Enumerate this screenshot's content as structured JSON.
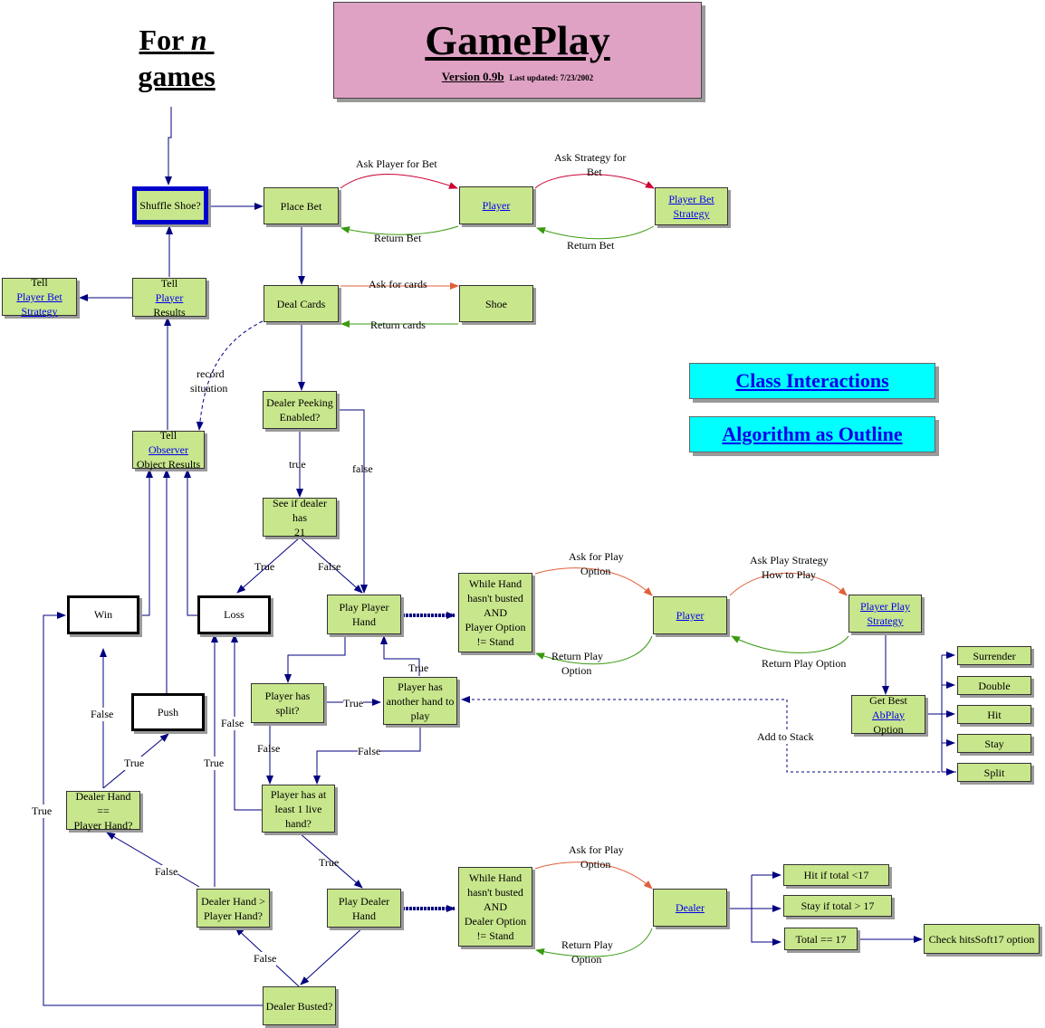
{
  "title": "GamePlay",
  "version": "Version 0.9b",
  "last_updated": "Last updated:  7/23/2002",
  "for_n": {
    "line1": "For",
    "n": "n",
    "line2": "games"
  },
  "links": {
    "class_interactions": "Class Interactions",
    "algorithm": "Algorithm as Outline"
  },
  "nodes": {
    "shuffle": "Shuffle Shoe?",
    "place_bet": "Place Bet",
    "player_top": "Player",
    "player_bet_strategy_a": "Player Bet ",
    "player_bet_strategy_b": "Strategy",
    "deal_cards": "Deal Cards",
    "shoe": "Shoe",
    "tell_player_a": "Tell ",
    "tell_player_b": "Player",
    "tell_player_c": "Results",
    "tell_pbs_a": "Tell ",
    "tell_pbs_b": "Player Bet",
    "tell_pbs_c": "Strategy",
    "tell_observer_a": "Tell ",
    "tell_observer_b": "Observer ",
    "tell_observer_c": "Object Results",
    "dealer_peeking_a": "Dealer Peeking",
    "dealer_peeking_b": "Enabled?",
    "see_dealer_a": "See if dealer has",
    "see_dealer_b": "21",
    "win": "Win",
    "loss": "Loss",
    "push": "Push",
    "play_player_a": "Play Player",
    "play_player_b": "Hand",
    "while_player_a": "While Hand",
    "while_player_b": "hasn't busted",
    "while_player_c": "AND",
    "while_player_d": "Player Option",
    "while_player_e": "!= Stand",
    "player_mid": "Player",
    "player_play_strategy_a": "Player Play ",
    "player_play_strategy_b": "Strategy",
    "get_best_a": "Get Best",
    "get_best_b": "AbPlay",
    "get_best_c": " Option",
    "surrender": "Surrender",
    "double": "Double",
    "hit": "Hit",
    "stay": "Stay",
    "split": "Split",
    "player_split_a": "Player has",
    "player_split_b": "split?",
    "another_hand_a": "Player has",
    "another_hand_b": "another hand to",
    "another_hand_c": "play",
    "live_hand_a": "Player has at",
    "live_hand_b": "least 1 live",
    "live_hand_c": "hand?",
    "dealer_eq_a": "Dealer Hand ==",
    "dealer_eq_b": "Player Hand?",
    "dealer_gt_a": "Dealer Hand >",
    "dealer_gt_b": "Player Hand?",
    "play_dealer_a": "Play Dealer",
    "play_dealer_b": "Hand",
    "while_dealer_a": "While Hand",
    "while_dealer_b": "hasn't busted",
    "while_dealer_c": "AND",
    "while_dealer_d": "Dealer Option",
    "while_dealer_e": "!= Stand",
    "dealer": "Dealer",
    "hit_17": "Hit if total <17",
    "stay_17": "Stay if total > 17",
    "total_17": "Total == 17",
    "check_soft17": "Check hitsSoft17 option",
    "dealer_busted": "Dealer Busted?"
  },
  "labels": {
    "ask_player_bet": "Ask Player for Bet",
    "ask_strategy_bet_a": "Ask Strategy for",
    "ask_strategy_bet_b": "Bet",
    "return_bet_1": "Return Bet",
    "return_bet_2": "Return Bet",
    "ask_cards": "Ask for cards",
    "return_cards": "Return cards",
    "record_a": "record",
    "record_b": "situation",
    "true_peek": "true",
    "false_peek": "false",
    "true_21": "True",
    "false_21": "False",
    "ask_play_a": "Ask for Play",
    "ask_play_b": "Option",
    "return_play_a": "Return Play",
    "return_play_b": "Option",
    "ask_strategy_play_a": "Ask Play Strategy",
    "ask_strategy_play_b": "How to Play",
    "return_play_option": "Return Play Option",
    "add_stack": "Add to Stack",
    "true_split": "True",
    "false_split": "False",
    "true_another": "True",
    "false_another": "False",
    "true_live": "True",
    "false_win": "False",
    "true_push": "True",
    "false_loss": "False",
    "true_loss": "True",
    "false_eq": "False",
    "false_busted": "False",
    "true_busted": "True",
    "ask_dealer_play_a": "Ask for Play",
    "ask_dealer_play_b": "Option",
    "return_dealer_play_a": "Return Play",
    "return_dealer_play_b": "Option"
  },
  "colors": {
    "node": "#c8e68c",
    "title_box": "#e0a2c4",
    "link_box": "#00ffff",
    "arrow_blue": "#000080",
    "arrow_red": "#cc0033",
    "arrow_orange": "#e0603a",
    "arrow_green": "#3a9a10"
  }
}
